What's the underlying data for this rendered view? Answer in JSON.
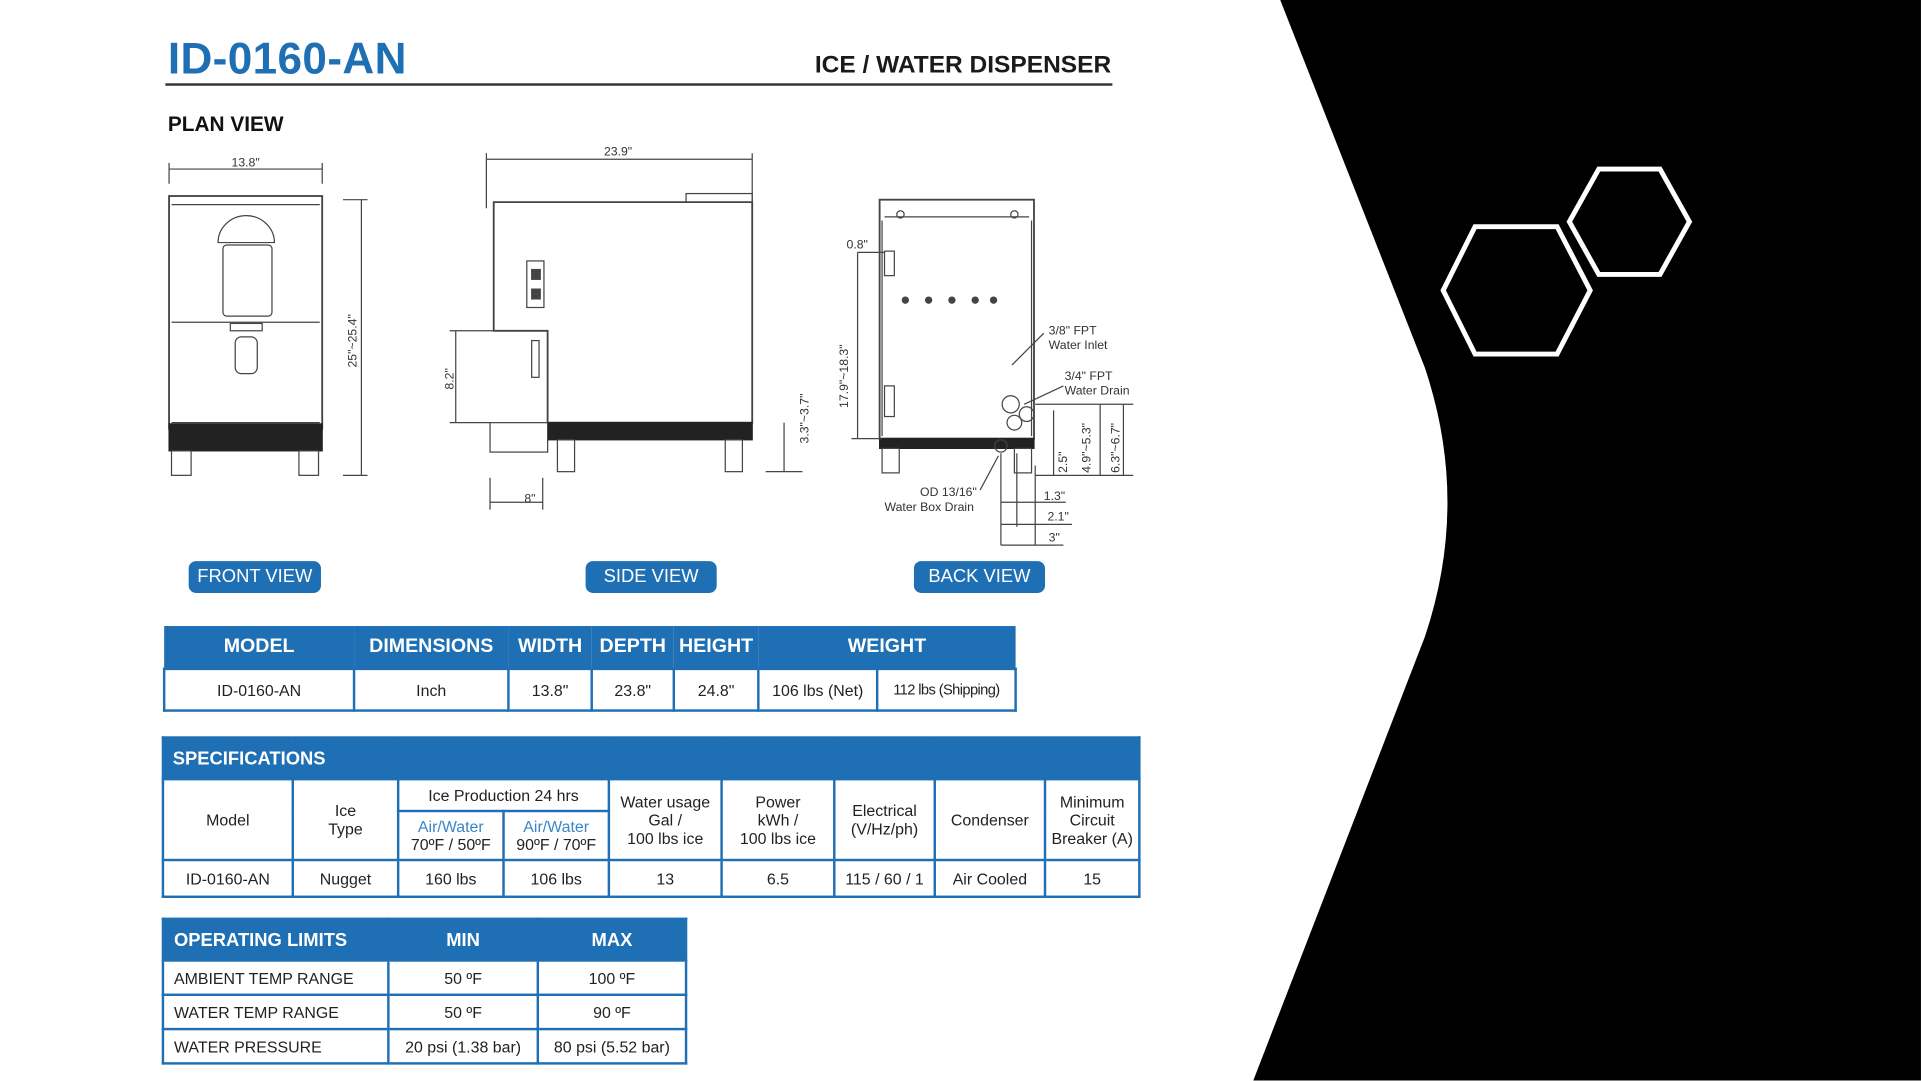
{
  "header": {
    "model_code": "ID-0160-AN",
    "product_type": "ICE / WATER DISPENSER"
  },
  "plan_view": {
    "heading": "PLAN VIEW",
    "front": {
      "width": "13.8\"",
      "height": "25\"~25.4\""
    },
    "side": {
      "depth": "23.9\"",
      "spout_height": "8.2\"",
      "front_offset": "8\"",
      "clearance": "3.3\"~3.7\""
    },
    "back": {
      "top_offset": "0.8\"",
      "inlet_height": "17.9\"~18.3\"",
      "inlet_label_1": "3/8\" FPT",
      "inlet_label_2": "Water Inlet",
      "drain_label_1": "3/4\" FPT",
      "drain_label_2": "Water Drain",
      "box_drain_1": "OD 13/16\"",
      "box_drain_2": "Water Box Drain",
      "dim_25": "2.5\"",
      "dim_49": "4.9\"~5.3\"",
      "dim_63": "6.3\"~6.7\"",
      "dim_13": "1.3\"",
      "dim_21": "2.1\"",
      "dim_3": "3\""
    },
    "buttons": {
      "front": "FRONT VIEW",
      "side": "SIDE VIEW",
      "back": "BACK VIEW"
    }
  },
  "dimensions_table": {
    "headers": [
      "MODEL",
      "DIMENSIONS",
      "WIDTH",
      "DEPTH",
      "HEIGHT",
      "WEIGHT"
    ],
    "row": {
      "model": "ID-0160-AN",
      "unit": "Inch",
      "width": "13.8\"",
      "depth": "23.8\"",
      "height": "24.8\"",
      "weight_net": "106 lbs (Net)",
      "weight_shipping": "112 lbs (Shipping)"
    }
  },
  "specifications": {
    "title": "SPECIFICATIONS",
    "col_model": "Model",
    "col_ice_type_1": "Ice",
    "col_ice_type_2": "Type",
    "col_ice_production": "Ice Production 24 hrs",
    "col_air_water_a_1": "Air/Water",
    "col_air_water_a_2": "70ºF / 50ºF",
    "col_air_water_b_1": "Air/Water",
    "col_air_water_b_2": "90ºF / 70ºF",
    "col_water_1": "Water usage",
    "col_water_2": "Gal /",
    "col_water_3": "100 lbs ice",
    "col_power_1": "Power",
    "col_power_2": "kWh /",
    "col_power_3": "100 lbs ice",
    "col_electrical_1": "Electrical",
    "col_electrical_2": "(V/Hz/ph)",
    "col_condenser": "Condenser",
    "col_breaker_1": "Minimum",
    "col_breaker_2": "Circuit",
    "col_breaker_3": "Breaker (A)",
    "row": {
      "model": "ID-0160-AN",
      "ice_type": "Nugget",
      "prod_a": "160 lbs",
      "prod_b": "106 lbs",
      "water": "13",
      "power": "6.5",
      "electrical": "115 / 60 / 1",
      "condenser": "Air Cooled",
      "breaker": "15"
    }
  },
  "operating_limits": {
    "title": "OPERATING LIMITS",
    "col_min": "MIN",
    "col_max": "MAX",
    "rows": [
      {
        "label": "AMBIENT TEMP RANGE",
        "min": "50 ºF",
        "max": "100 ºF"
      },
      {
        "label": "WATER TEMP RANGE",
        "min": "50 ºF",
        "max": "90 ºF"
      },
      {
        "label": "WATER PRESSURE",
        "min": "20 psi (1.38 bar)",
        "max": "80 psi (5.52 bar)"
      }
    ]
  },
  "colors": {
    "accent": "#1f6fb4",
    "panel": "#000000",
    "text": "#222222"
  }
}
